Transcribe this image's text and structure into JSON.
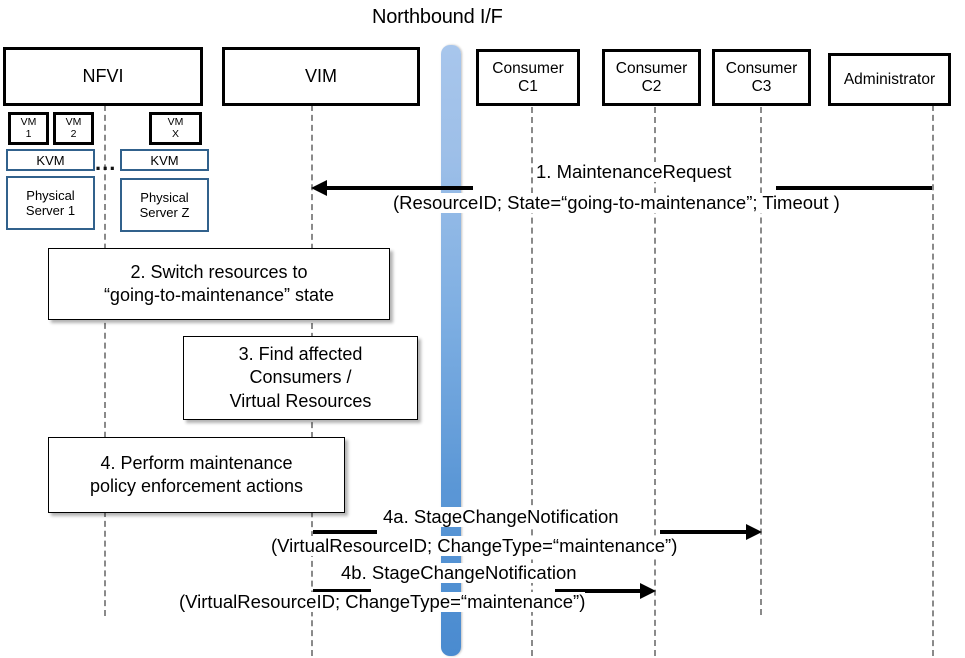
{
  "diagram": {
    "title": "Northbound I/F",
    "type": "uml-sequence-diagram"
  },
  "participants": [
    {
      "name": "nfvi",
      "label": "NFVI"
    },
    {
      "name": "vim",
      "label": "VIM"
    },
    {
      "name": "consumer-c1",
      "label": "Consumer\nC1",
      "line1": "Consumer",
      "line2": "C1"
    },
    {
      "name": "consumer-c2",
      "label": "Consumer\nC2",
      "line1": "Consumer",
      "line2": "C2"
    },
    {
      "name": "consumer-c3",
      "label": "Consumer\nC3",
      "line1": "Consumer",
      "line2": "C3"
    },
    {
      "name": "administrator",
      "label": "Administrator"
    }
  ],
  "nfvi_internals": {
    "vms": [
      {
        "line1": "VM",
        "line2": "1"
      },
      {
        "line1": "VM",
        "line2": "2"
      },
      {
        "line1": "VM",
        "line2": "X"
      }
    ],
    "hypervisor_left": "KVM",
    "hypervisor_right": "KVM",
    "server_left_line1": "Physical",
    "server_left_line2": "Server 1",
    "server_right_line1": "Physical",
    "server_right_line2": "Server Z",
    "ellipsis": "..."
  },
  "actions": [
    {
      "id": "step2",
      "line1": "2. Switch resources to",
      "line2": "“going-to-maintenance” state"
    },
    {
      "id": "step3",
      "line1": "3. Find affected",
      "line2": "Consumers /",
      "line3": "Virtual Resources"
    },
    {
      "id": "step4",
      "line1": "4. Perform maintenance",
      "line2": "policy enforcement actions"
    }
  ],
  "messages": [
    {
      "id": "msg1",
      "label": "1.   MaintenanceRequest",
      "params": "(ResourceID; State=“going-to-maintenance”; Timeout )",
      "from": "administrator",
      "to": "vim",
      "direction": "left"
    },
    {
      "id": "msg4a",
      "label": "4a. StageChangeNotification",
      "params": "(VirtualResourceID; ChangeType=“maintenance”)",
      "from": "vim",
      "to": "consumer-c3",
      "direction": "right"
    },
    {
      "id": "msg4b",
      "label": "4b. StageChangeNotification",
      "params": "(VirtualResourceID; ChangeType=“maintenance”)",
      "from": "vim",
      "to": "consumer-c2",
      "direction": "right"
    }
  ],
  "colors": {
    "nbi_bar_top": "#A8C6EC",
    "nbi_bar_bottom": "#4A8BD0",
    "server_border": "#31618C",
    "box_border": "#000000",
    "lifeline": "#8A8A8A",
    "background": "#FFFFFF"
  }
}
